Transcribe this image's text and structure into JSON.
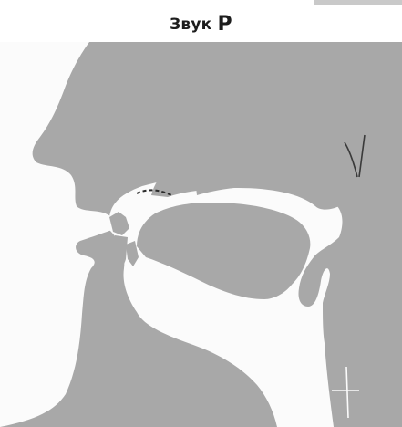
{
  "title": {
    "text": "Звук ",
    "letter": "Р"
  },
  "diagram": {
    "fill_color": "#a8a8a8",
    "background_color": "#fbfbfb",
    "line_color": "#2b2b2b",
    "parts": [
      "face-profile",
      "palate",
      "tongue",
      "lips",
      "teeth",
      "epiglottis",
      "larynx"
    ]
  }
}
